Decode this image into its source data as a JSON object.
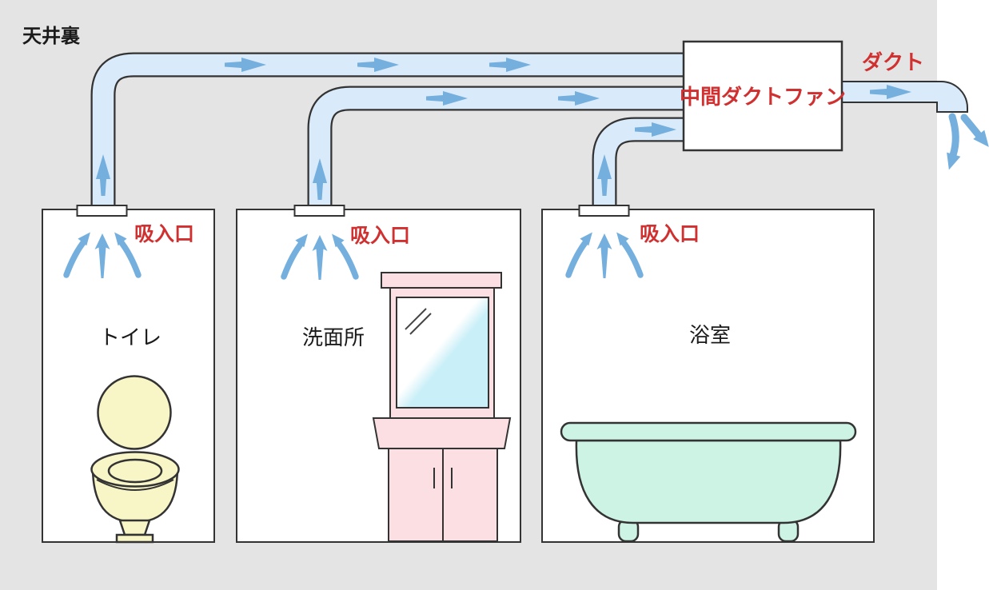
{
  "labels": {
    "ceiling_space": "天井裏",
    "duct": "ダクト",
    "inline_duct_fan": "中間ダクトファン",
    "intake": "吸入口"
  },
  "rooms": [
    {
      "name": "トイレ",
      "fixture": "toilet"
    },
    {
      "name": "洗面所",
      "fixture": "washbasin-vanity"
    },
    {
      "name": "浴室",
      "fixture": "bathtub"
    }
  ],
  "colors": {
    "background": "#e4e4e4",
    "outside": "#ffffff",
    "room_fill": "#ffffff",
    "duct_fill": "#d9eafb",
    "outline": "#333333",
    "flow_arrow_blue": "#74afdd",
    "label_red": "#d03030",
    "text_black": "#1a1a1a",
    "toilet_yellow": "#f8f5c6",
    "vanity_pink": "#fbdfe3",
    "mirror_cyan": "#c9eff8",
    "bathtub_mint": "#cdf3e4"
  }
}
